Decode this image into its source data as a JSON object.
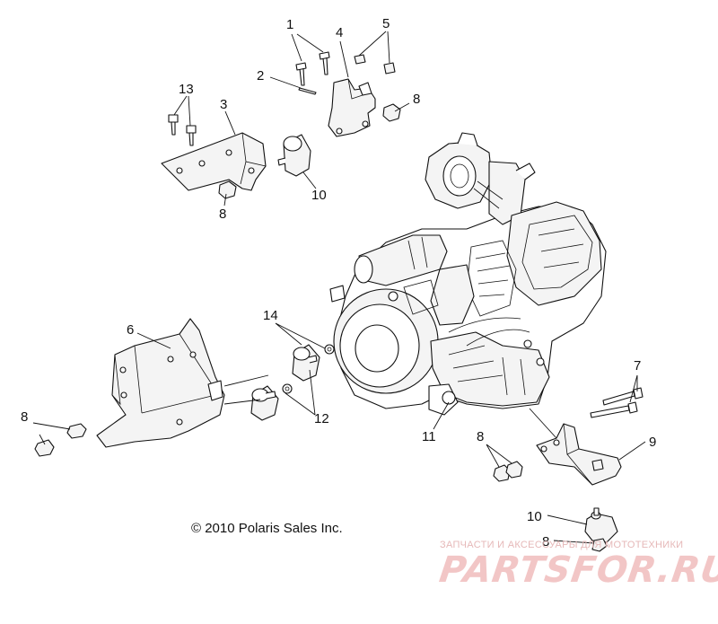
{
  "diagram": {
    "copyright": "© 2010 Polaris Sales Inc.",
    "callouts": [
      "1",
      "2",
      "3",
      "4",
      "5",
      "6",
      "7",
      "8",
      "9",
      "10",
      "11",
      "12",
      "13",
      "14"
    ],
    "watermark": {
      "tagline": "ЗАПЧАСТИ И АКСЕССУАРЫ ДЛЯ МОТОТЕХНИКИ",
      "logo": "PARTSFOR.RU",
      "color": "#f2c6c6"
    }
  }
}
